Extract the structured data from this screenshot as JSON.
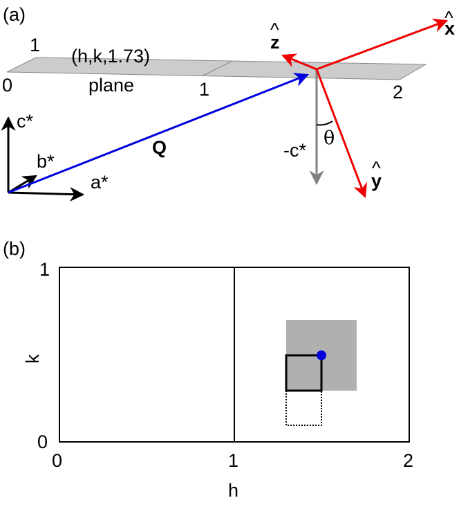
{
  "panel_a": {
    "label": "(a)",
    "plane_label_line1": "(h,k,1.73)",
    "plane_label_line2": "plane",
    "plane_ticks": {
      "zero": "0",
      "one_a": "1",
      "one_b": "1",
      "two": "2"
    },
    "axes": {
      "c_star": "c*",
      "b_star": "b*",
      "a_star": "a*"
    },
    "vector_label": "Q",
    "minus_c_star": "-c*",
    "theta": "θ",
    "hat_axes": {
      "x": "x",
      "y": "y",
      "z": "z",
      "hat": "^"
    }
  },
  "panel_b": {
    "label": "(b)",
    "axis_x_label": "h",
    "axis_y_label": "k",
    "x_ticks": [
      "0",
      "1",
      "2"
    ],
    "y_ticks": [
      "0",
      "1"
    ]
  },
  "colors": {
    "q_vector": "#0000dd",
    "local_axes": "#ee0000",
    "minus_c": "#808080",
    "plane": "#cccccc",
    "shaded_square": "#b0b0b0",
    "dot": "#0000dd"
  }
}
